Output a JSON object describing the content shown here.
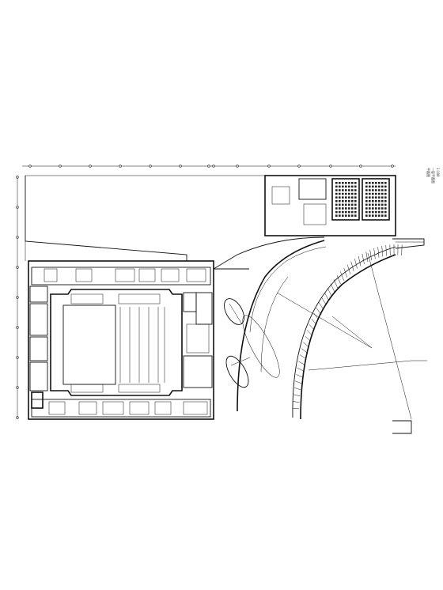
{
  "drawing": {
    "background": "#ffffff",
    "line_color": "#111111",
    "side_labels": [
      "平面图",
      "一层平面图"
    ],
    "scale_note": "1:100"
  }
}
